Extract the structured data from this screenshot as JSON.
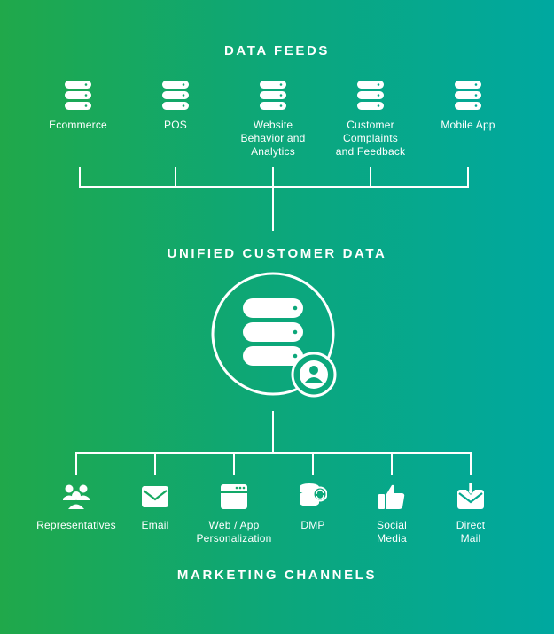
{
  "headings": {
    "data_feeds": "DATA FEEDS",
    "unified": "UNIFIED CUSTOMER DATA",
    "marketing_channels": "MARKETING CHANNELS"
  },
  "feeds": [
    {
      "label": "Ecommerce",
      "icon": "database-icon"
    },
    {
      "label": "POS",
      "icon": "database-icon"
    },
    {
      "label": "Website\nBehavior and\nAnalytics",
      "icon": "database-icon"
    },
    {
      "label": "Customer\nComplaints\nand Feedback",
      "icon": "database-icon"
    },
    {
      "label": "Mobile App",
      "icon": "database-icon"
    }
  ],
  "hub": {
    "icon": "database-user-icon"
  },
  "channels": [
    {
      "label": "Representatives",
      "icon": "people-icon"
    },
    {
      "label": "Email",
      "icon": "envelope-icon"
    },
    {
      "label": "Web / App\nPersonalization",
      "icon": "browser-window-icon"
    },
    {
      "label": "DMP",
      "icon": "database-sync-icon"
    },
    {
      "label": "Social\nMedia",
      "icon": "thumbs-up-icon"
    },
    {
      "label": "Direct\nMail",
      "icon": "mail-download-icon"
    }
  ],
  "colors": {
    "gradient_left": "#20a84a",
    "gradient_right": "#00a8a0",
    "foreground": "#ffffff"
  }
}
